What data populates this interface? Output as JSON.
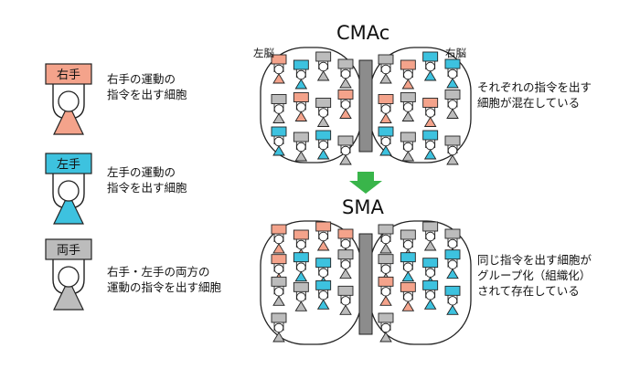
{
  "colors": {
    "right": "#f4a38b",
    "left": "#3dc2df",
    "both": "#bcbcbc",
    "arrow": "#39b54a",
    "stroke": "#222222",
    "divider": "#8c8c8c"
  },
  "legend": [
    {
      "type": "right",
      "sign": "右手",
      "lines": [
        "右手の運動の",
        "指令を出す細胞"
      ]
    },
    {
      "type": "left",
      "sign": "左手",
      "lines": [
        "左手の運動の",
        "指令を出す細胞"
      ]
    },
    {
      "type": "both",
      "sign": "両手",
      "lines": [
        "右手・左手の両方の",
        "運動の指令を出す細胞"
      ]
    }
  ],
  "cmac": {
    "title": "CMAc",
    "left_label": "左脳",
    "right_label": "右脳",
    "description": [
      "それぞれの指令を出す",
      "細胞が混在している"
    ],
    "left_cells": [
      "right",
      "left",
      "both",
      "both",
      "both",
      "right",
      "both",
      "right",
      "left",
      "both",
      "left",
      "both"
    ],
    "right_cells": [
      "both",
      "right",
      "left",
      "left",
      "right",
      "both",
      "right",
      "both",
      "left",
      "both",
      "left",
      "both"
    ]
  },
  "sma": {
    "title": "SMA",
    "description": [
      "同じ指令を出す細胞が",
      "グループ化（組織化）",
      "されて存在している"
    ],
    "left_cells": [
      "right",
      "right",
      "right",
      "right",
      "right",
      "left",
      "left",
      "both",
      "both",
      "both",
      "left",
      "both",
      "both"
    ],
    "right_cells": [
      "both",
      "both",
      "both",
      "both",
      "both",
      "left",
      "left",
      "left",
      "right",
      "right",
      "left",
      "left",
      "both"
    ]
  }
}
